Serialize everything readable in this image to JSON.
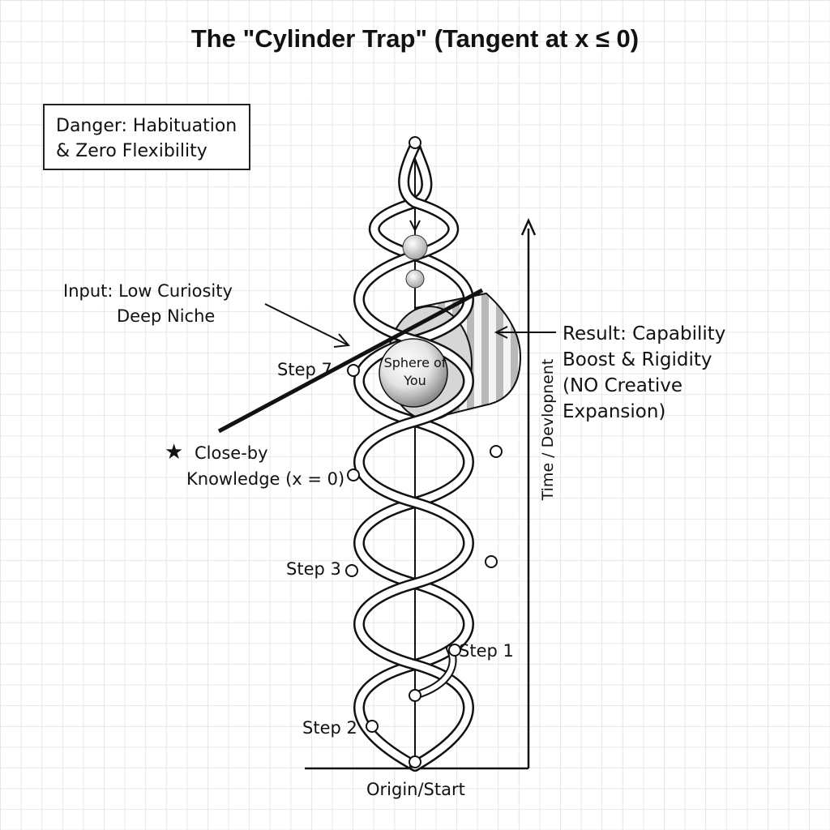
{
  "title": "The \"Cylinder Trap\" (Tangent at x ≤ 0)",
  "danger": {
    "line1": "Danger: Habituation",
    "line2": "& Zero Flexibility"
  },
  "input": {
    "line1": "Input: Low Curiosity",
    "line2": "Deep Niche"
  },
  "result": {
    "line1": "Result: Capability",
    "line2": "Boost & Rigidity",
    "line3": "(NO Creative",
    "line4": "Expansion)"
  },
  "knowledge": {
    "line1": "Close-by",
    "line2": "Knowledge (x = 0)",
    "icon": "star-icon"
  },
  "sphere": {
    "label": "Sphere of You"
  },
  "steps": {
    "step1": "Step 1",
    "step2": "Step 2",
    "step3": "Step 3",
    "step7": "Step 7"
  },
  "axes": {
    "y_label": "Time / Devlopnent",
    "x_label": "Origin/Start"
  },
  "colors": {
    "ink": "#111111",
    "cylinder_light": "#f2f2f2",
    "cylinder_stripe": "#b8b8b8"
  }
}
